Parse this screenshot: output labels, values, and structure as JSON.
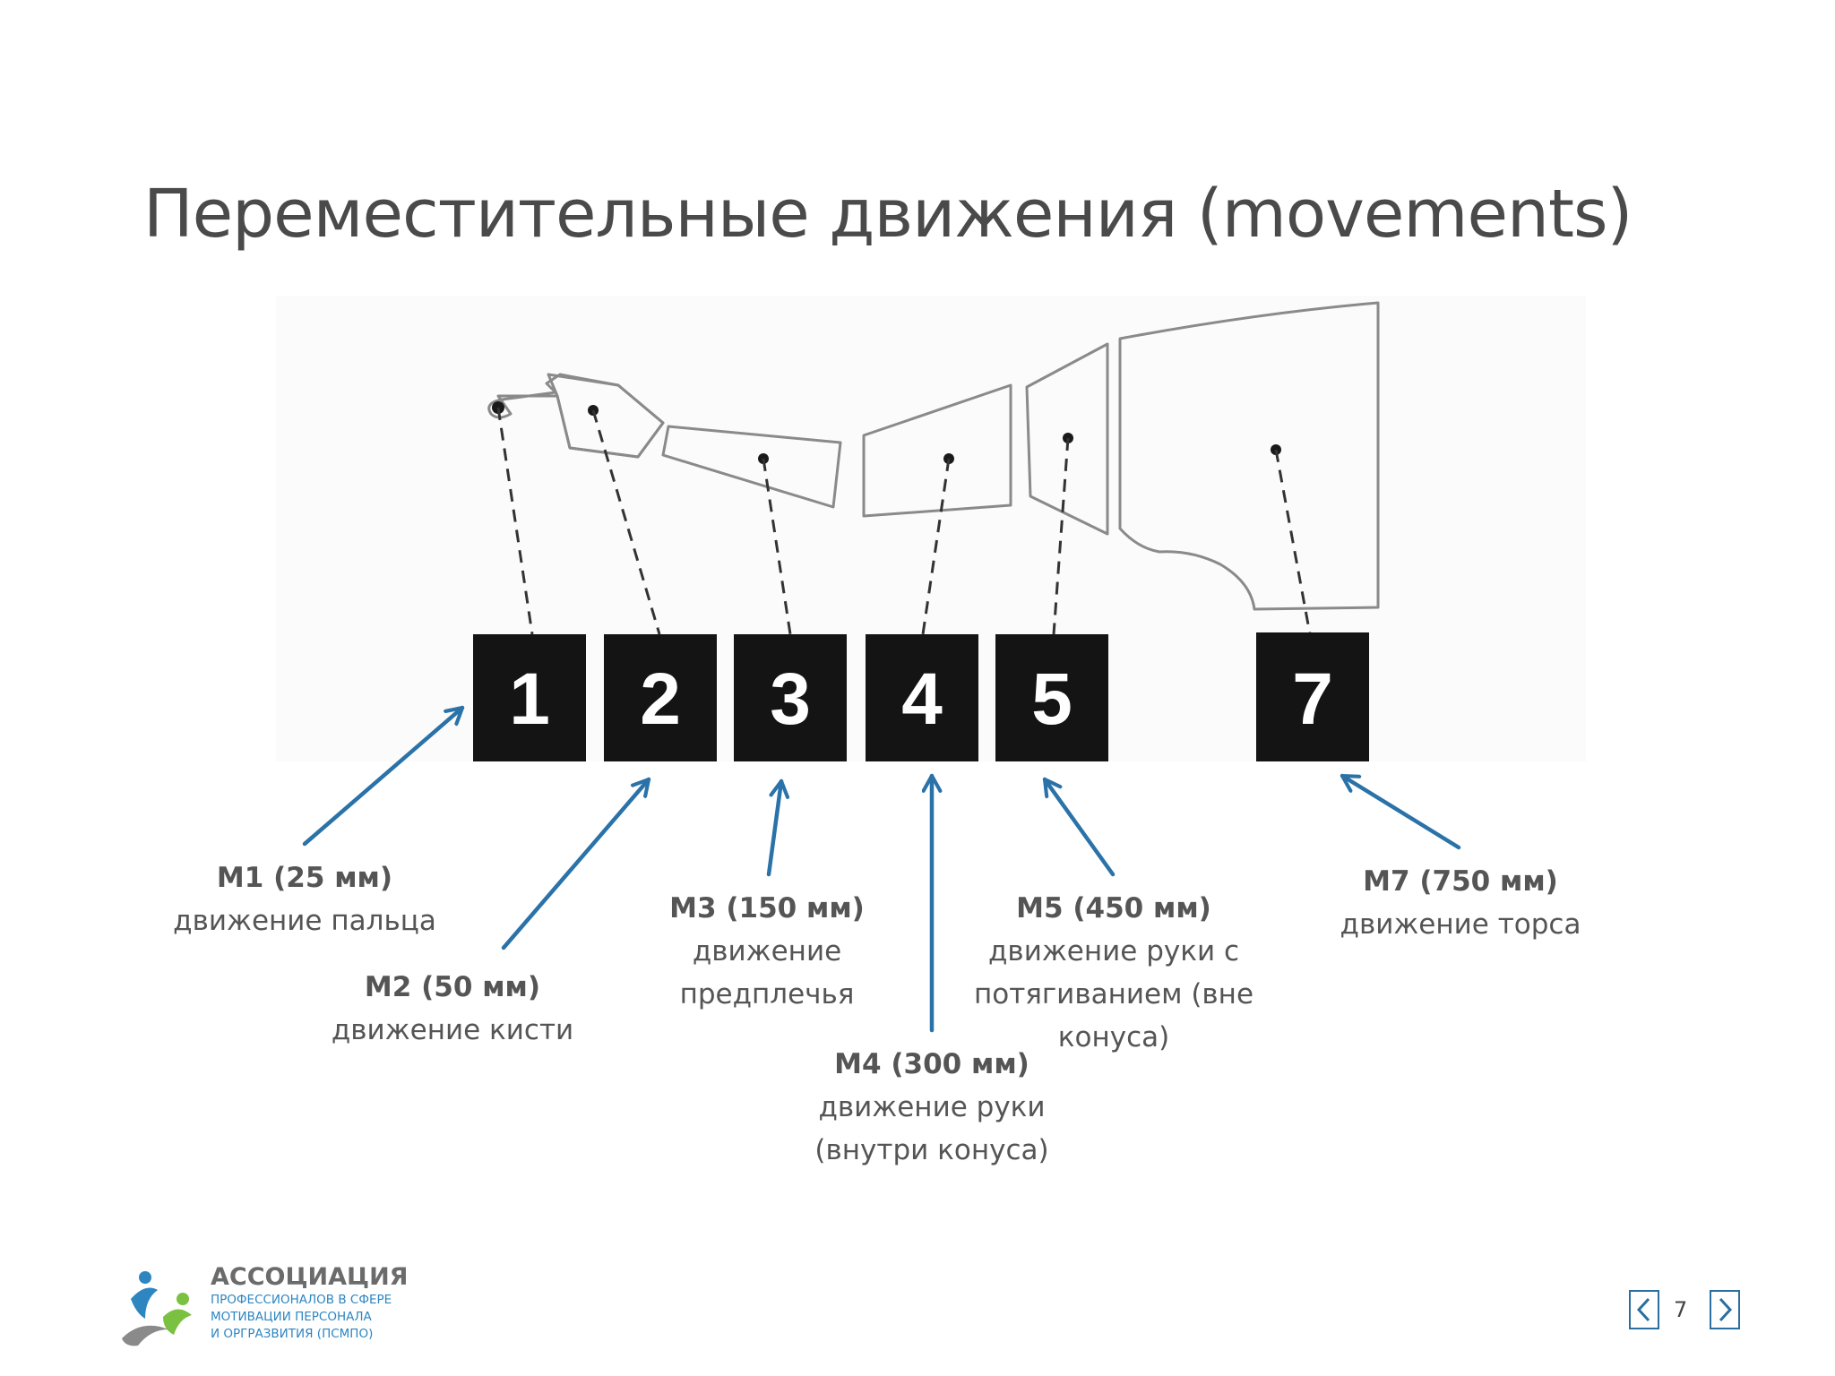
{
  "slide": {
    "title": "Переместительные движения (movements)",
    "page_number": "7"
  },
  "figure": {
    "boxes": [
      "1",
      "2",
      "3",
      "4",
      "5",
      "7"
    ]
  },
  "labels": [
    {
      "code": "M1 (25 мм)",
      "desc": "движение пальца"
    },
    {
      "code": "M2 (50 мм)",
      "desc": "движение кисти"
    },
    {
      "code": "M3 (150 мм)",
      "desc": "движение предплечья"
    },
    {
      "code": "M4 (300 мм)",
      "desc": "движение руки (внутри конуса)"
    },
    {
      "code": "M5 (450 мм)",
      "desc": "движение руки с потягиванием (вне конуса)"
    },
    {
      "code": "M7 (750 мм)",
      "desc": "движение торса"
    }
  ],
  "logo": {
    "title": "АССОЦИАЦИЯ",
    "line1": "ПРОФЕССИОНАЛОВ В СФЕРЕ",
    "line2": "МОТИВАЦИИ ПЕРСОНАЛА",
    "line3": "И ОРГРАЗВИТИЯ (ПСМПО)"
  },
  "colors": {
    "arrow": "#2a72a8",
    "box": "#141414",
    "logo_blue": "#2e86c1",
    "logo_green": "#7ac142"
  },
  "nav": {
    "prev_icon": "chevron-left-icon",
    "next_icon": "chevron-right-icon"
  }
}
